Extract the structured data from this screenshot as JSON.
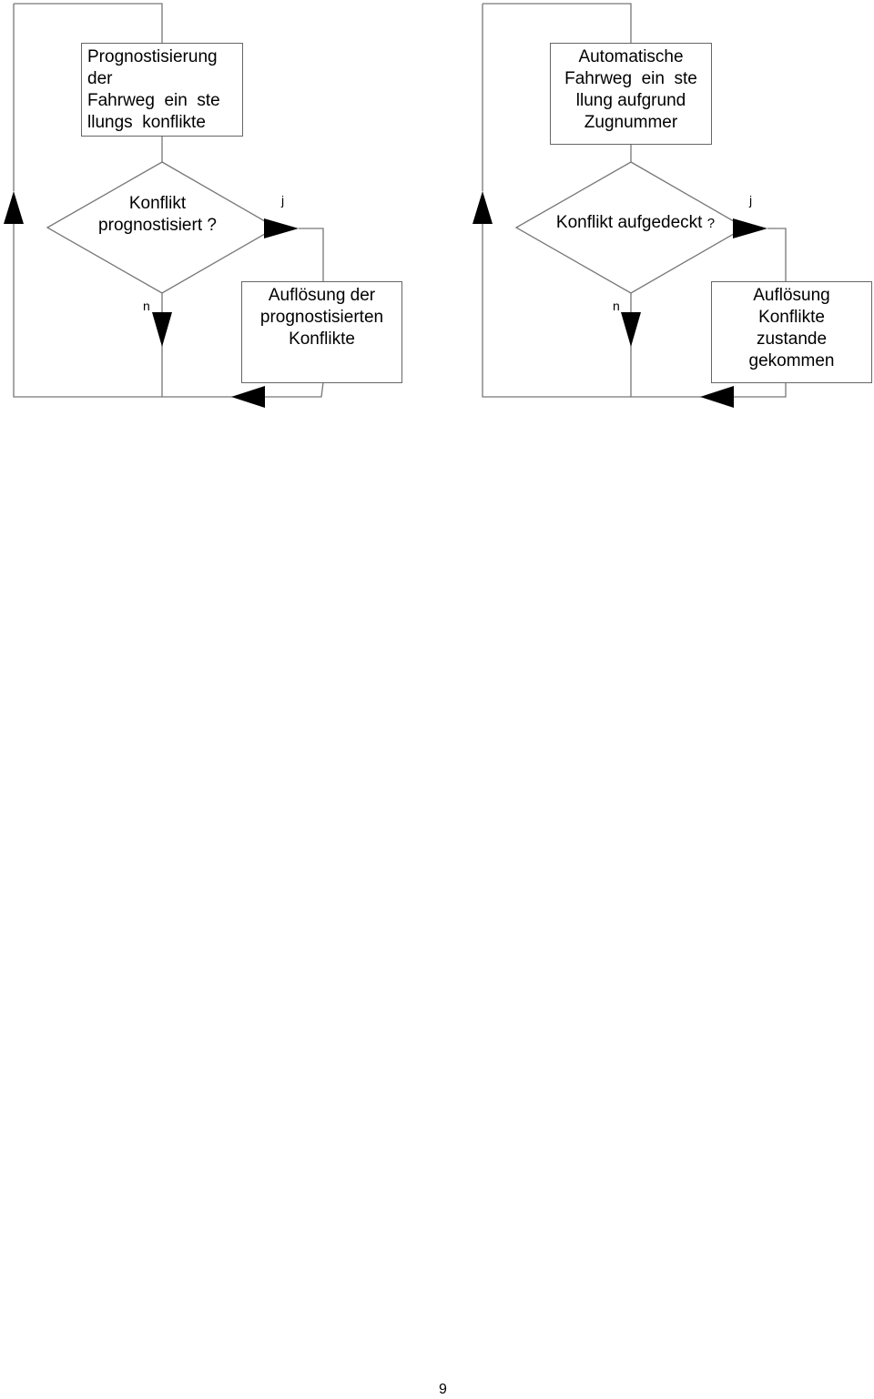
{
  "left_flow": {
    "process_box": [
      "Prognostisierung",
      "der",
      "Fahrweg  ein  ste",
      "llungs  konflikte"
    ],
    "decision": [
      "Konflikt",
      "prognostisiert ?"
    ],
    "yes_label": "j",
    "no_label": "n",
    "resolution_box": [
      "Auflösung der",
      "prognostisierten",
      "Konflikte"
    ]
  },
  "right_flow": {
    "process_box": [
      "Automatische",
      "Fahrweg  ein  ste",
      "llung aufgrund",
      "Zugnummer"
    ],
    "decision_text": "Konflikt aufgedeckt",
    "decision_qmark": "?",
    "yes_label": "j",
    "no_label": "n",
    "resolution_box": [
      "Auflösung",
      "Konflikte",
      "zustande",
      "gekommen"
    ]
  },
  "page_number": "9"
}
